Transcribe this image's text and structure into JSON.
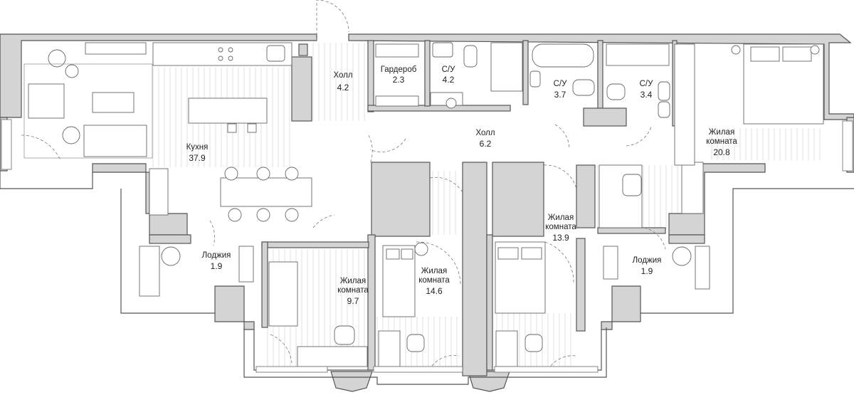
{
  "rooms": {
    "kitchen": {
      "name": "Кухня",
      "area": "37.9"
    },
    "hall1": {
      "name": "Холл",
      "area": "4.2"
    },
    "wardrobe": {
      "name": "Гардероб",
      "area": "2.3"
    },
    "bath1": {
      "name": "С/У",
      "area": "4.2"
    },
    "bath2": {
      "name": "С/У",
      "area": "3.7"
    },
    "bath3": {
      "name": "С/У",
      "area": "3.4"
    },
    "bedroom_master": {
      "name1": "Жилая",
      "name2": "комната",
      "area": "20.8"
    },
    "hall2": {
      "name": "Холл",
      "area": "6.2"
    },
    "bedroom_mid": {
      "name1": "Жилая",
      "name2": "комната",
      "area": "13.9"
    },
    "loggia_left": {
      "name": "Лоджия",
      "area": "1.9"
    },
    "loggia_right": {
      "name": "Лоджия",
      "area": "1.9"
    },
    "bedroom_small": {
      "name1": "Жилая",
      "name2": "комната",
      "area": "9.7"
    },
    "bedroom_center": {
      "name1": "Жилая",
      "name2": "комната",
      "area": "14.6"
    }
  },
  "colors": {
    "wall_fill": "#d4d4d4",
    "line": "#555555",
    "text": "#222222"
  }
}
